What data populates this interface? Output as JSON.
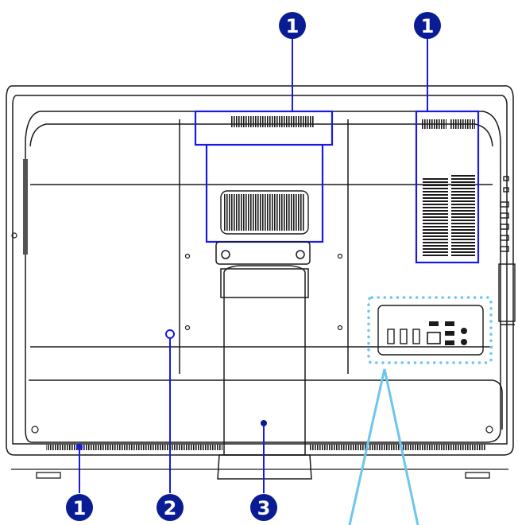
{
  "callouts": [
    {
      "id": "vent-top-center",
      "number": "1"
    },
    {
      "id": "vent-top-right",
      "number": "1"
    },
    {
      "id": "vent-bottom",
      "number": "1"
    },
    {
      "id": "kensington-lock",
      "number": "2"
    },
    {
      "id": "stand",
      "number": "3"
    }
  ],
  "colors": {
    "callout_fill": "#0a1c94",
    "callout_text": "#ffffff",
    "highlight_box": "#1a1ae0",
    "io_dots": "#6cc6ee",
    "io_lines": "#6cc6ee",
    "outline": "#1a1a1a"
  }
}
